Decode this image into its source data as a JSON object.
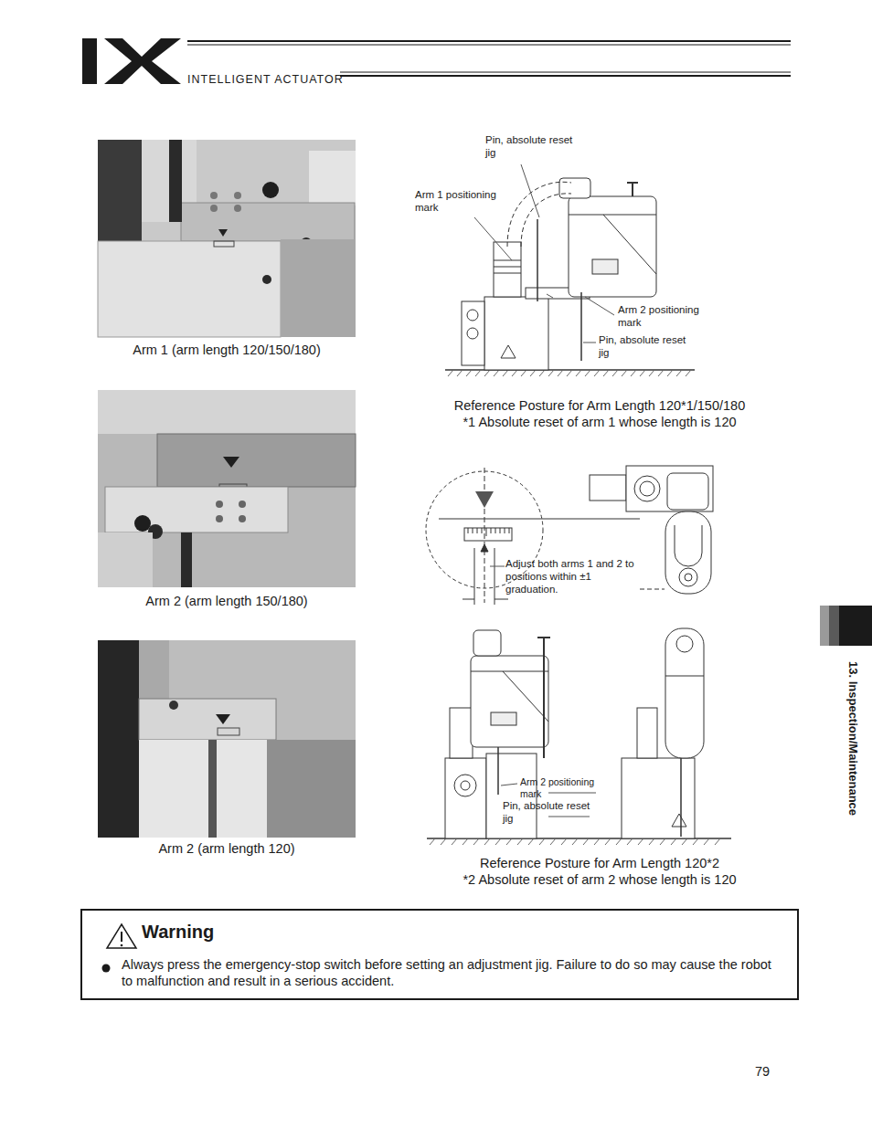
{
  "diagram": {
    "nodes": [
      {
        "text": [
          "Warning",
          "Always press the emergency-stop switch before setting an adjustment jig. Failure to do so may cause the robot to malfunction and result in a serious accident."
        ]
      }
    ],
    "labels": [
      "INTELLIGENT ACTUATOR",
      "Pin, absolute reset jig",
      "Arm 1 positioning mark",
      "Arm 2 positioning mark",
      "Pin, absolute reset jig",
      "Arm 1 (arm length 120/150/180)",
      "Reference Posture for Arm Length 120*1/150/180",
      "*1 Absolute reset of arm 1 whose length is 120",
      "Adjust both arms 1 and 2 to positions within ±1 graduation.",
      "Arm 2 (arm length 150/180)",
      "Arm 2 positioning mark",
      "Pin, absolute reset jig",
      "Arm 2 (arm length 120)",
      "Reference Posture for Arm Length 120*2",
      "*2 Absolute reset of arm 2 whose length is 120",
      "13. Inspection/Maintenance",
      "79"
    ]
  }
}
